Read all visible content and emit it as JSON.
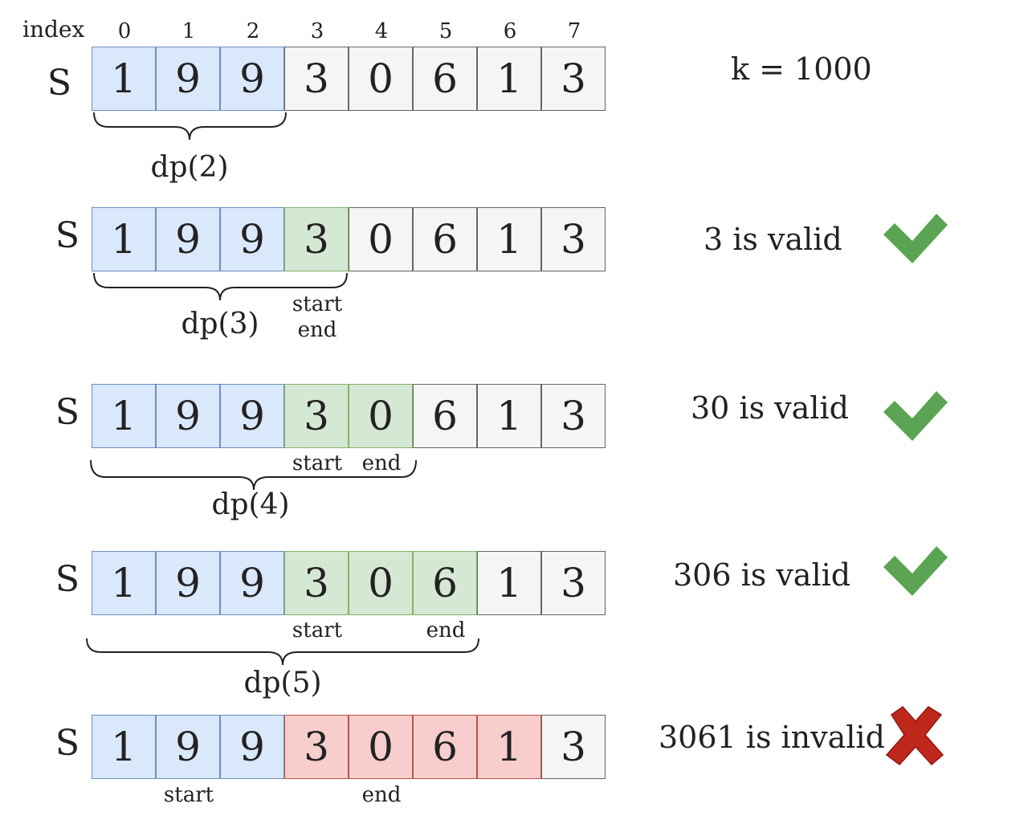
{
  "index_label": "index",
  "indices": [
    "0",
    "1",
    "2",
    "3",
    "4",
    "5",
    "6",
    "7"
  ],
  "k_label": "k = 1000",
  "string_label": "S",
  "digits": [
    "1",
    "9",
    "9",
    "3",
    "0",
    "6",
    "1",
    "3"
  ],
  "rows": [
    {
      "colors": [
        "blue",
        "blue",
        "blue",
        "gray",
        "gray",
        "gray",
        "gray",
        "gray"
      ],
      "dp_label": "dp(2)",
      "start_label": "",
      "end_label": "",
      "status": "",
      "mark": ""
    },
    {
      "colors": [
        "blue",
        "blue",
        "blue",
        "green",
        "gray",
        "gray",
        "gray",
        "gray"
      ],
      "dp_label": "dp(3)",
      "start_label": "start",
      "end_label": "end",
      "status": "3 is valid",
      "mark": "check-icon"
    },
    {
      "colors": [
        "blue",
        "blue",
        "blue",
        "green",
        "green",
        "gray",
        "gray",
        "gray"
      ],
      "dp_label": "dp(4)",
      "start_label": "start",
      "end_label": "end",
      "status": "30 is valid",
      "mark": "check-icon"
    },
    {
      "colors": [
        "blue",
        "blue",
        "blue",
        "green",
        "green",
        "green",
        "gray",
        "gray"
      ],
      "dp_label": "dp(5)",
      "start_label": "start",
      "end_label": "end",
      "status": "306 is valid",
      "mark": "check-icon"
    },
    {
      "colors": [
        "blue",
        "blue",
        "blue",
        "red",
        "red",
        "red",
        "red",
        "gray"
      ],
      "dp_label": "",
      "start_label": "start",
      "end_label": "end",
      "status": "3061 is invalid",
      "mark": "cross-icon"
    }
  ],
  "colors": {
    "blue_fill": "#dae8fc",
    "green_fill": "#d5e8d4",
    "red_fill": "#f8cecc",
    "gray_fill": "#f5f5f5",
    "check": "#5aa454",
    "cross": "#c0271b"
  }
}
